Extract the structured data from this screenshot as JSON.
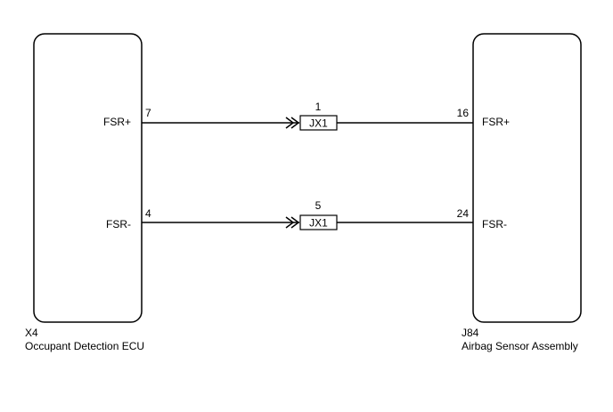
{
  "left_component": {
    "code": "X4",
    "name": "Occupant Detection ECU",
    "pins": [
      {
        "pin": "7",
        "signal": "FSR+"
      },
      {
        "pin": "4",
        "signal": "FSR-"
      }
    ]
  },
  "right_component": {
    "code": "J84",
    "name": "Airbag Sensor Assembly",
    "pins": [
      {
        "pin": "16",
        "signal": "FSR+"
      },
      {
        "pin": "24",
        "signal": "FSR-"
      }
    ]
  },
  "junction_connectors": [
    {
      "label": "JX1",
      "pin": "1"
    },
    {
      "label": "JX1",
      "pin": "5"
    }
  ]
}
